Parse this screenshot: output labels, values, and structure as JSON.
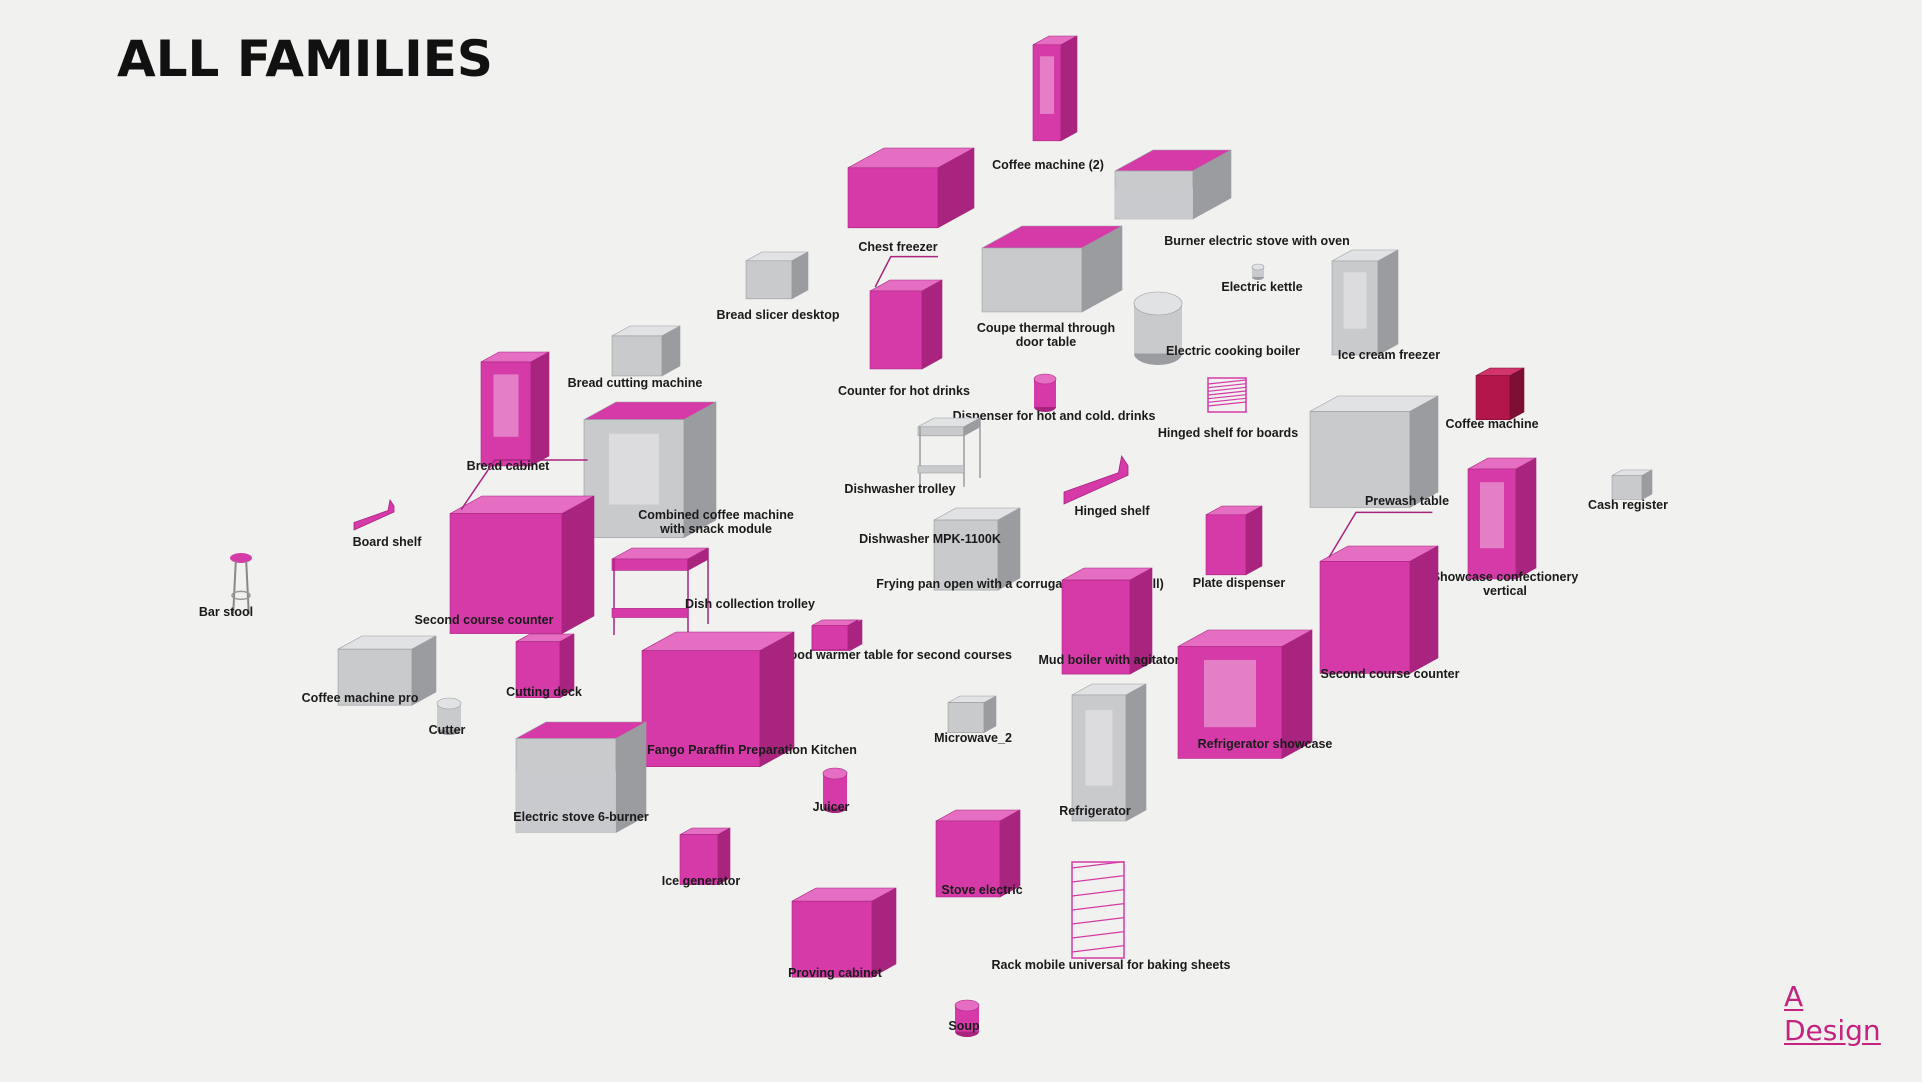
{
  "page": {
    "title": "ALL FAMILIES",
    "logo": {
      "line1": "A",
      "line2": "Design"
    }
  },
  "colors": {
    "background": "#f1f1ef",
    "magenta": "#d63aa9",
    "magenta_dark": "#a8247f",
    "magenta_top": "#e66ec2",
    "grey": "#c9cacc",
    "grey_dark": "#9a9ca0",
    "grey_top": "#e1e2e4",
    "logo": "#c5237f"
  },
  "families": [
    {
      "label": "Coffee machine (2)",
      "icon": "tall-cabinet-icon"
    },
    {
      "label": "Chest freezer",
      "icon": "chest-freezer-icon"
    },
    {
      "label": "Burner electric stove with oven",
      "icon": "stove-oven-icon"
    },
    {
      "label": "Electric kettle",
      "icon": "kettle-icon"
    },
    {
      "label": "Coupe thermal through door table",
      "icon": "thermal-table-icon"
    },
    {
      "label": "Bread slicer desktop",
      "icon": "bread-slicer-icon"
    },
    {
      "label": "Electric cooking boiler",
      "icon": "cooking-boiler-icon"
    },
    {
      "label": "Ice cream freezer",
      "icon": "ice-cream-freezer-icon"
    },
    {
      "label": "Counter for hot drinks",
      "icon": "hot-drinks-counter-icon"
    },
    {
      "label": "Bread cutting machine",
      "icon": "bread-cutting-icon"
    },
    {
      "label": "Dispenser for hot and cold. drinks",
      "icon": "dispenser-icon"
    },
    {
      "label": "Hinged shelf for boards",
      "icon": "board-shelf-rack-icon"
    },
    {
      "label": "Coffee machine",
      "icon": "coffee-machine-icon"
    },
    {
      "label": "Bread cabinet",
      "icon": "bread-cabinet-icon"
    },
    {
      "label": "Dishwasher trolley",
      "icon": "trolley-icon"
    },
    {
      "label": "Prewash table",
      "icon": "prewash-table-icon"
    },
    {
      "label": "Cash register",
      "icon": "cash-register-icon"
    },
    {
      "label": "Combined coffee machine with snack module",
      "icon": "combined-machine-icon"
    },
    {
      "label": "Hinged shelf",
      "icon": "hinged-shelf-icon"
    },
    {
      "label": "Board shelf",
      "icon": "board-shelf-icon"
    },
    {
      "label": "Dishwasher MPK-1100K",
      "icon": "dishwasher-icon"
    },
    {
      "label": "Showcase confectionery vertical",
      "icon": "showcase-vertical-icon"
    },
    {
      "label": "Plate dispenser",
      "icon": "plate-dispenser-icon"
    },
    {
      "label": "Frying pan open with a corrugated surface (grill)",
      "icon": "grill-pan-icon"
    },
    {
      "label": "Bar stool",
      "icon": "bar-stool-icon"
    },
    {
      "label": "Dish collection trolley",
      "icon": "dish-trolley-icon"
    },
    {
      "label": "Second course counter",
      "icon": "second-course-counter-icon"
    },
    {
      "label": "Second course counter",
      "icon": "second-course-counter-right-icon"
    },
    {
      "label": "Food warmer table for second courses",
      "icon": "food-warmer-icon"
    },
    {
      "label": "Mud boiler with agitator",
      "icon": "mud-boiler-icon"
    },
    {
      "label": "Coffee machine pro",
      "icon": "coffee-machine-pro-icon"
    },
    {
      "label": "Cutting deck",
      "icon": "cutting-deck-icon"
    },
    {
      "label": "Cutter",
      "icon": "cutter-icon"
    },
    {
      "label": "Microwave_2",
      "icon": "microwave-icon"
    },
    {
      "label": "Refrigerator showcase",
      "icon": "refrigerator-showcase-icon"
    },
    {
      "label": "Fango Paraffin Preparation Kitchen",
      "icon": "fango-kitchen-icon"
    },
    {
      "label": "Electric stove 6-burner",
      "icon": "six-burner-stove-icon"
    },
    {
      "label": "Juicer",
      "icon": "juicer-icon"
    },
    {
      "label": "Refrigerator",
      "icon": "refrigerator-icon"
    },
    {
      "label": "Ice generator",
      "icon": "ice-generator-icon"
    },
    {
      "label": "Stove electric",
      "icon": "stove-electric-icon"
    },
    {
      "label": "Proving cabinet",
      "icon": "proving-cabinet-icon"
    },
    {
      "label": "Rack mobile universal for baking sheets",
      "icon": "baking-rack-icon"
    },
    {
      "label": "Soup",
      "icon": "soup-pot-icon"
    }
  ]
}
